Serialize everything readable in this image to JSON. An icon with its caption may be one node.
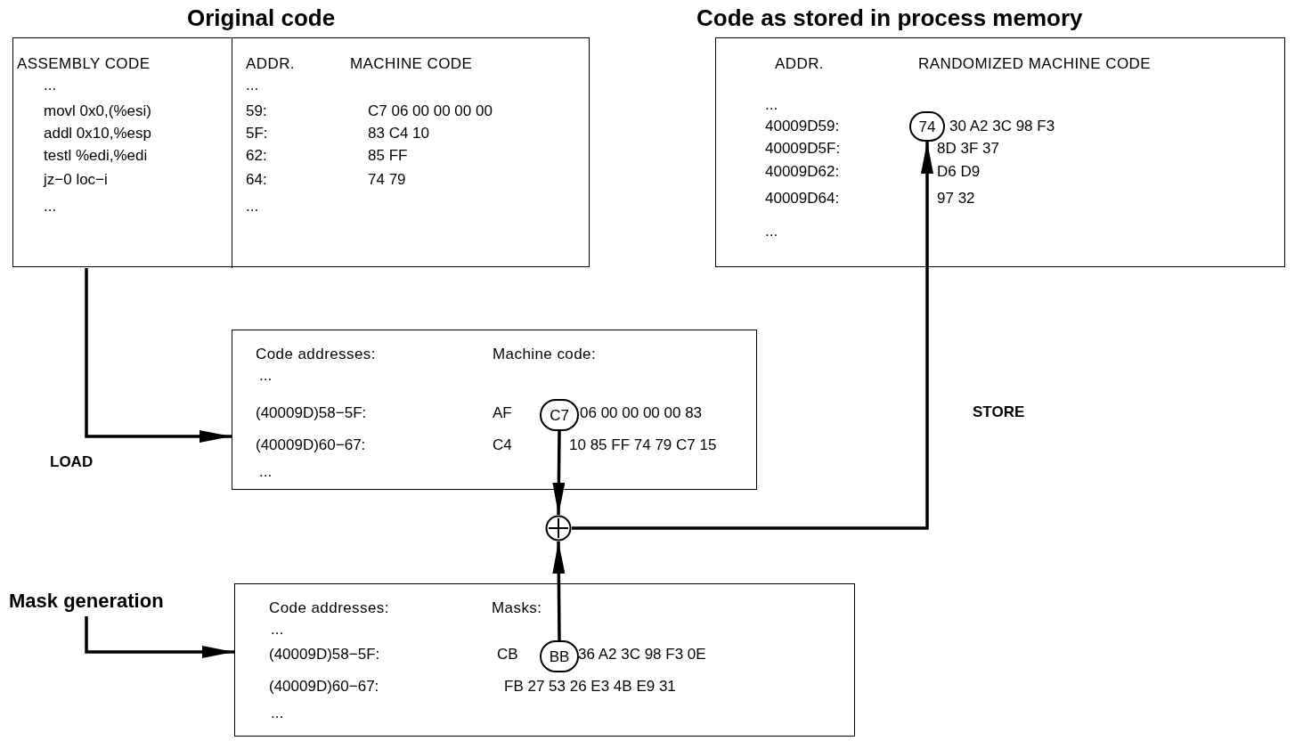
{
  "diagram": {
    "nodes": [
      {
        "text": [
          "Original code"
        ]
      },
      {
        "text": [
          "ASSEMBLY CODE",
          "...",
          "movl 0x0,(%esi)",
          "addl 0x10,%esp",
          "testl %edi,%edi",
          "jz−0 loc−i",
          "..."
        ],
        "in": 0
      },
      {
        "text": [
          "ADDR.",
          "MACHINE CODE",
          "...",
          "59:",
          "C7 06 00 00 00 00",
          "5F:",
          "83 C4 10",
          "62:",
          "85 FF",
          "64:",
          "74 79",
          "..."
        ],
        "in": 0
      },
      {
        "text": [
          "Code as stored in process memory",
          "ADDR.",
          "RANDOMIZED MACHINE CODE",
          "...",
          "40009D59:",
          "30 A2 3C 98 F3",
          "40009D5F:",
          "8D 3F 37",
          "40009D62:",
          "D6 D9",
          "40009D64:",
          "97 32",
          "..."
        ]
      },
      {
        "text": [
          "74"
        ],
        "in": 3
      },
      {
        "text": [
          "Code addresses:",
          "Machine code:",
          "...",
          "(40009D)58−5F:",
          "AF",
          "06 00 00 00 00 83",
          "(40009D)60−67:",
          "C4",
          "10 85 FF 74 79 C7 15",
          "..."
        ]
      },
      {
        "text": [
          "C7"
        ],
        "in": 5
      },
      {
        "text": [],
        "shape": "circle"
      },
      {
        "text": [
          "Mask generation"
        ]
      },
      {
        "text": [
          "Code addresses:",
          "Masks:",
          "...",
          "(40009D)58−5F:",
          "CB",
          "36 A2 3C 98 F3 0E",
          "(40009D)60−67:",
          "FB 27 53 26 E3 4B E9 31",
          "..."
        ]
      },
      {
        "text": [
          "BB"
        ],
        "in": 9
      }
    ],
    "edges": [
      {
        "from": 1,
        "to": 5,
        "arrow": "to",
        "label": "LOAD"
      },
      {
        "from": 6,
        "to": 7,
        "arrow": "to"
      },
      {
        "from": 10,
        "to": 7,
        "arrow": "to"
      },
      {
        "from": 7,
        "to": 4,
        "arrow": "to",
        "label": "STORE"
      },
      {
        "from": 8,
        "to": 9,
        "arrow": "to"
      }
    ]
  }
}
